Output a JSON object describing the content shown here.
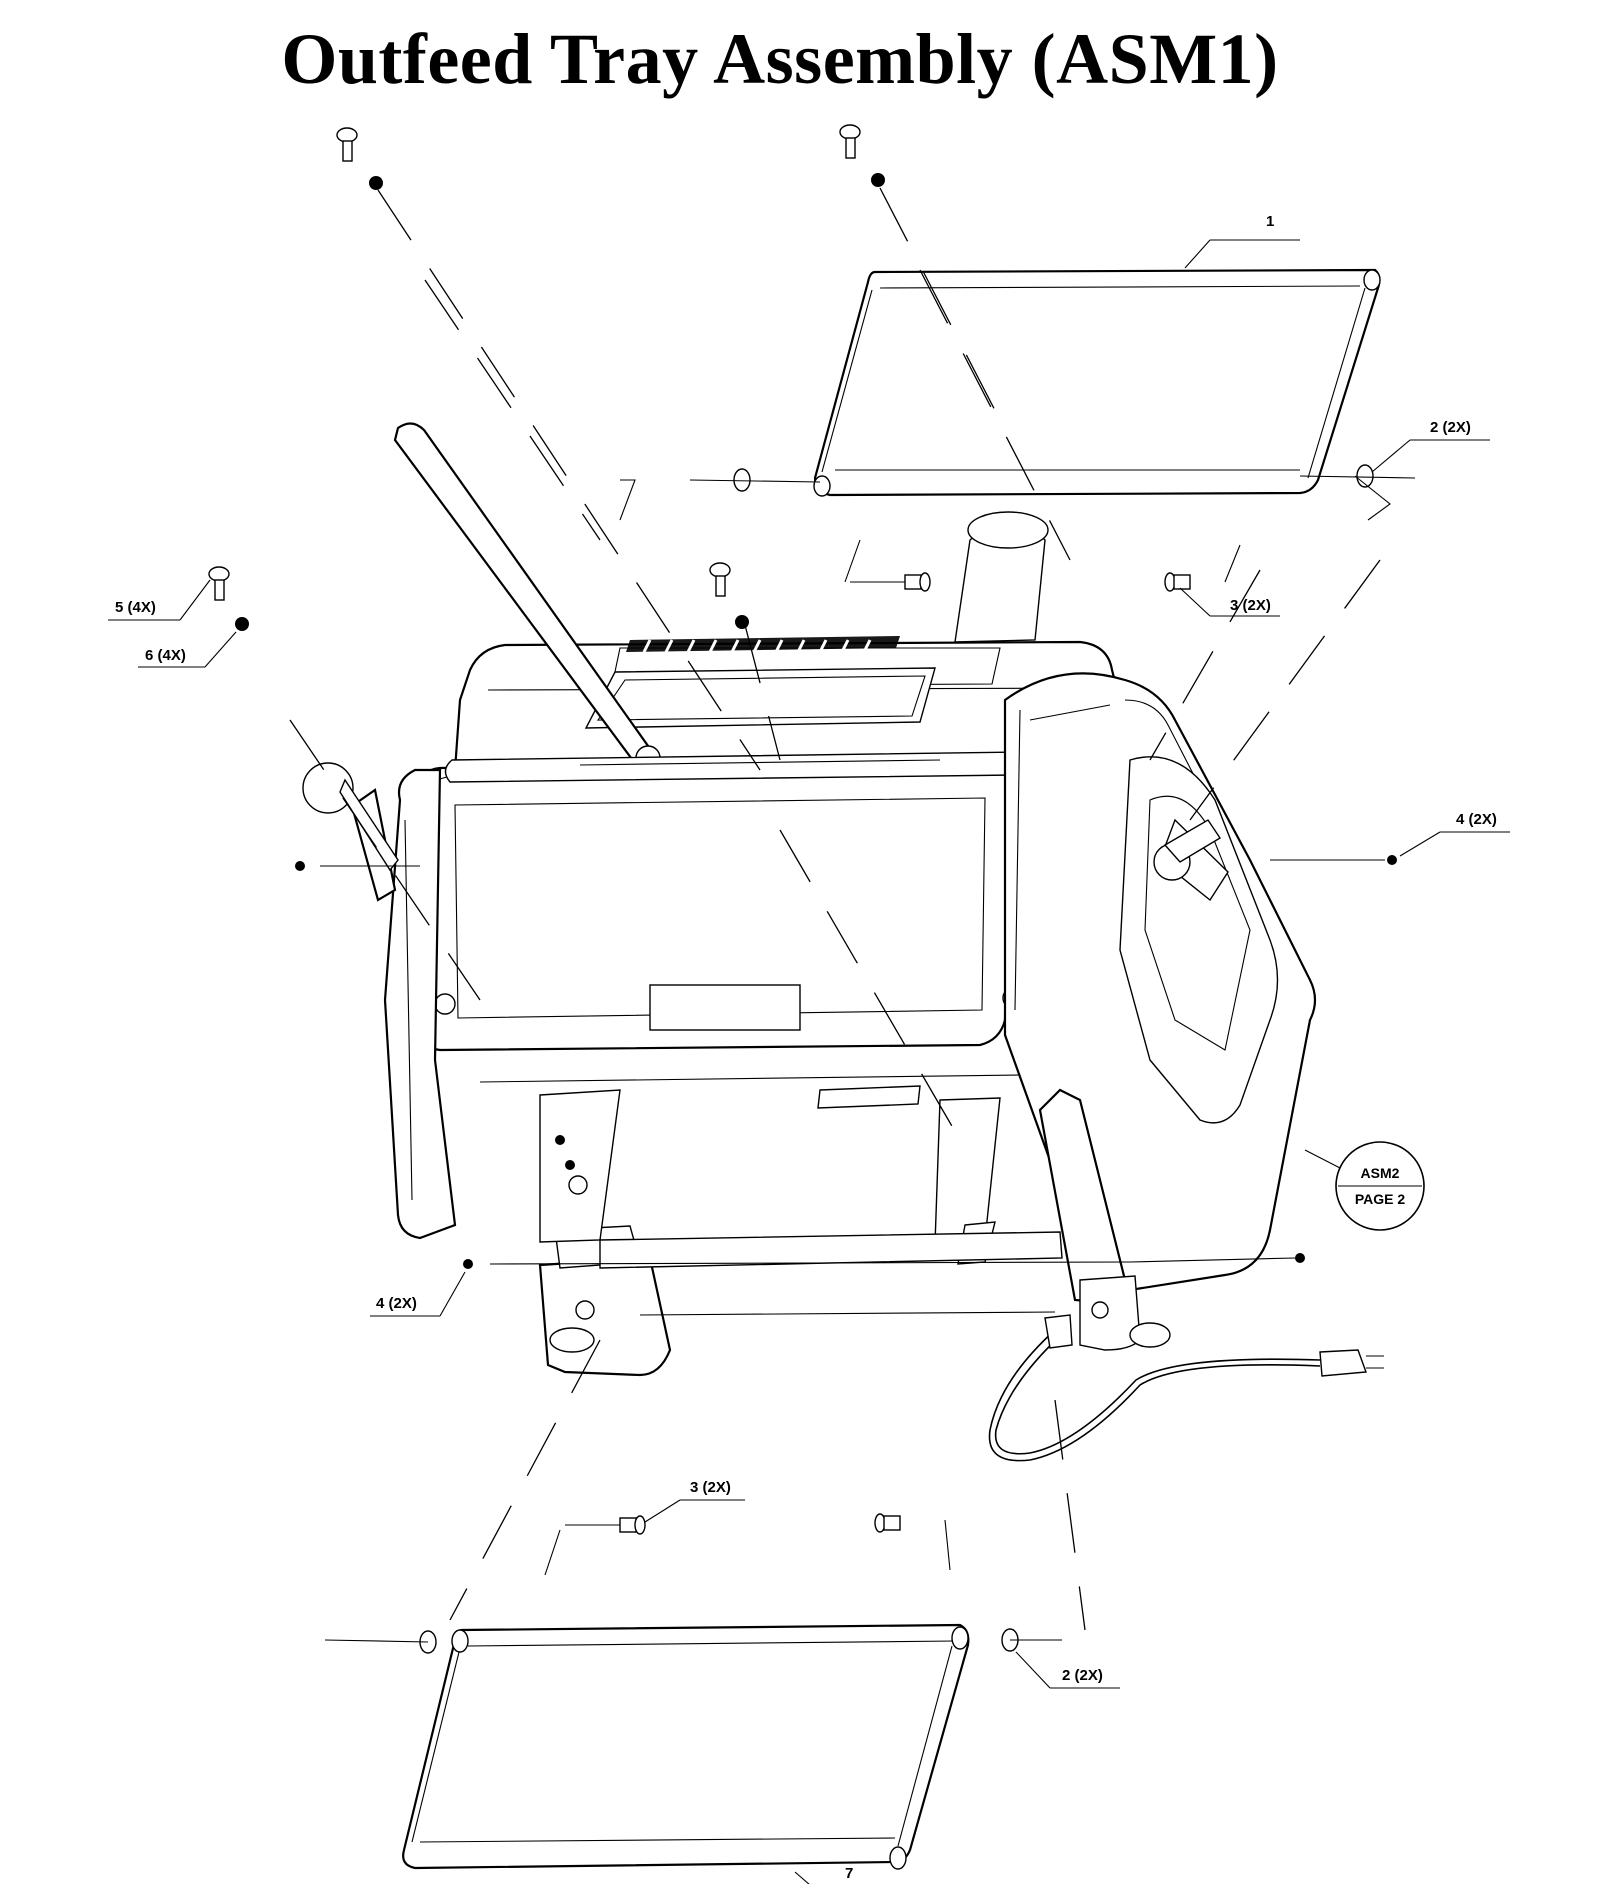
{
  "title": "Outfeed Tray Assembly (ASM1)",
  "callouts": {
    "c1": "1",
    "c2_top": "2 (2X)",
    "c3_top": "3 (2X)",
    "c4_right": "4 (2X)",
    "c4_left": "4 (2X)",
    "c5": "5 (4X)",
    "c6": "6 (4X)",
    "c3_bottom": "3 (2X)",
    "c2_bottom": "2 (2X)",
    "c7": "7"
  },
  "reference": {
    "line1": "ASM2",
    "line2": "PAGE 2"
  }
}
